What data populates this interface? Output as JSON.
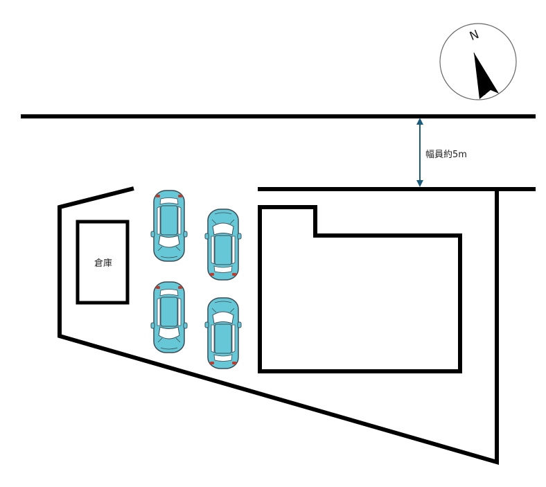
{
  "compass": {
    "north_label": "N",
    "icon": "north-arrow-icon"
  },
  "road": {
    "width_label": "幅員約5m"
  },
  "storage": {
    "label": "倉庫"
  },
  "parking": {
    "car_count": 4,
    "car_icon": "car-top-view-icon"
  },
  "colors": {
    "line": "#000000",
    "car_body": "#66c8d6",
    "car_outline": "#3a4a55",
    "dimension_arrow": "#1d5b7a",
    "tail_light": "#c0392b"
  }
}
